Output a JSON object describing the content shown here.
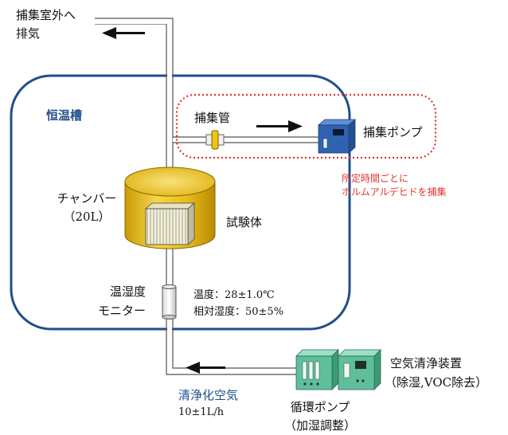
{
  "labels": {
    "exhaust_line1": "捕集室外へ",
    "exhaust_line2": "排気",
    "chamber_enclosure": "恒温槽",
    "collection_tube": "捕集管",
    "collection_pump": "捕集ポンプ",
    "sampling_note_line1": "所定時間ごとに",
    "sampling_note_line2": "ホルムアルデヒドを捕集",
    "chamber_line1": "チャンバー",
    "chamber_line2": "（20L）",
    "specimen": "試験体",
    "monitor_line1": "温湿度",
    "monitor_line2": "モニター",
    "temperature": "温度：28±1.0℃",
    "humidity": "相対湿度：50±5%",
    "clean_air": "清浄化空気",
    "flow_rate": "10±1L/h",
    "purifier_line1": "空気清浄装置",
    "purifier_line2": "（除湿,VOC除去）",
    "circulation_line1": "循環ポンプ",
    "circulation_line2": "（加湿調整）"
  },
  "colors": {
    "enclosure_border": "#1f4e8c",
    "dotted_highlight": "#e3342f",
    "chamber_gold": "#e8c21e",
    "pump_blue": "#2f63b0",
    "purifier_green": "#5fbf9a",
    "arrow": "#111111"
  }
}
